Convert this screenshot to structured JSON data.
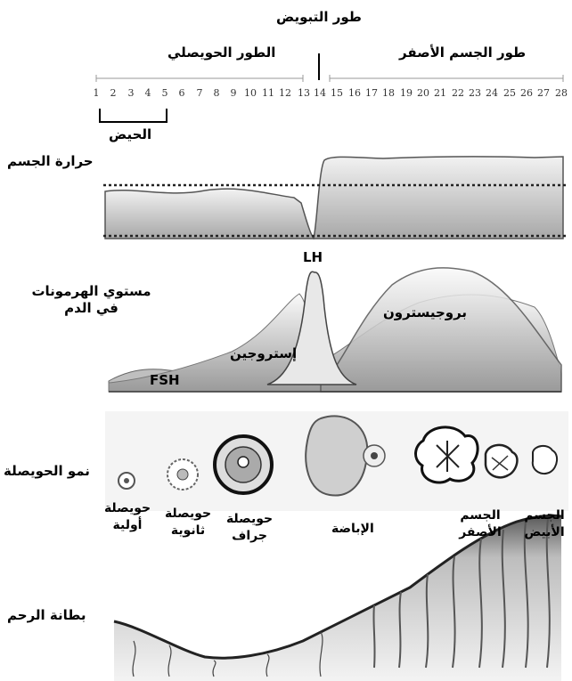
{
  "phases": {
    "ovulation": "طور التبويض",
    "follicular": "الطور الحويصلي",
    "luteal": "طور الجسم الأصفر"
  },
  "days": [
    "1",
    "2",
    "3",
    "4",
    "5",
    "6",
    "7",
    "8",
    "9",
    "10",
    "11",
    "12",
    "13",
    "14",
    "15",
    "16",
    "17",
    "18",
    "19",
    "20",
    "21",
    "22",
    "23",
    "24",
    "25",
    "26",
    "27",
    "28"
  ],
  "menses": "الحيض",
  "rows": {
    "body_temperature": "حرارة الجسم",
    "hormone_level_line1": "مستوي الهرمونات",
    "hormone_level_line2": "في الدم",
    "follicle_growth": "نمو الحويصلة",
    "uterine_lining": "بطانة الرحم"
  },
  "hormones": {
    "lh": "LH",
    "progesterone": "بروجيسترون",
    "estrogen": "إستروجين",
    "fsh": "FSH"
  },
  "follicle_stages": {
    "primary_line1": "حويصلة",
    "primary_line2": "أولية",
    "secondary_line1": "حويصلة",
    "secondary_line2": "ثانوية",
    "graafian_line1": "حويصلة",
    "graafian_line2": "جراف",
    "ovulation": "الإباضة",
    "corpus_luteum_line1": "الجسم",
    "corpus_luteum_line2": "الأصفر",
    "corpus_albicans_line1": "الجسم",
    "corpus_albicans_line2": "الأبيض"
  },
  "colors": {
    "curve_fill": "#d9d9d9",
    "curve_stroke": "#555555",
    "dotted": "#222222"
  }
}
